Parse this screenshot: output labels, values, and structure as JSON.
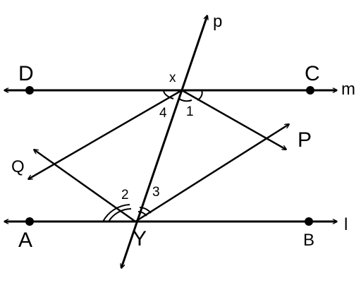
{
  "diagram": {
    "lines": {
      "top": "m",
      "bottom": "l",
      "transversal": "p"
    },
    "points": {
      "D": "D",
      "C": "C",
      "A": "A",
      "B": "B",
      "X": "x",
      "Y": "Y",
      "P": "P",
      "Q": "Q"
    },
    "angles": {
      "one": "1",
      "two": "2",
      "three": "3",
      "four": "4"
    }
  }
}
